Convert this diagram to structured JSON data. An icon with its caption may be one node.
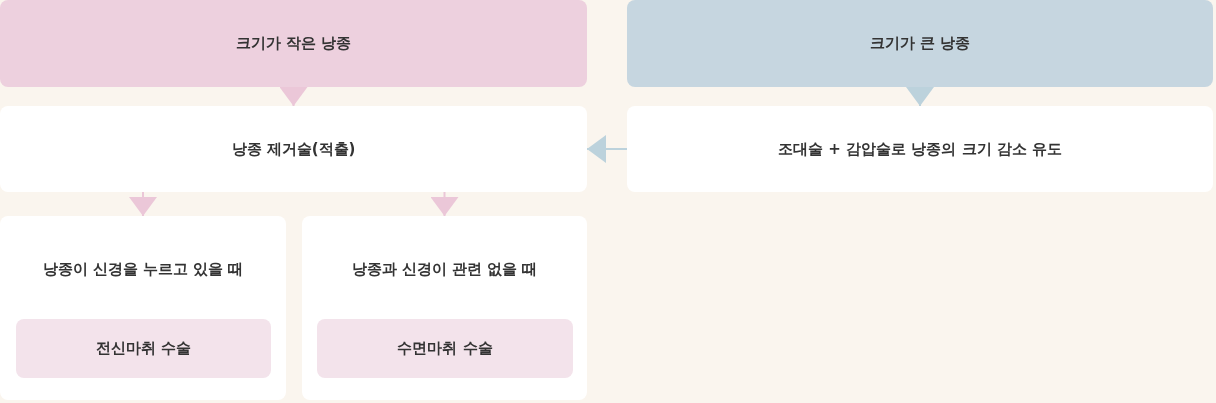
{
  "diagram": {
    "nodes": [
      {
        "text": [
          "크기가 작은 낭종"
        ]
      },
      {
        "text": [
          "크기가 큰 낭종"
        ]
      },
      {
        "text": [
          "낭종 제거술(적출)"
        ]
      },
      {
        "text": [
          "조대술 + 감압술로 낭종의 크기 감소 유도"
        ]
      },
      {
        "text": [
          "낭종이 신경을 누르고 있을 때"
        ]
      },
      {
        "text": [
          "전신마취 수술"
        ],
        "in": 4
      },
      {
        "text": [
          "낭종과 신경이 관련 없을 때"
        ]
      },
      {
        "text": [
          "수면마취 수술"
        ],
        "in": 6
      }
    ],
    "edges": [
      {
        "from": 0,
        "to": 2,
        "arrow": "to"
      },
      {
        "from": 1,
        "to": 3,
        "arrow": "to",
        "color": "#bcd2dc"
      },
      {
        "from": 3,
        "to": 2,
        "arrow": "to",
        "color": "#bcd2dc"
      },
      {
        "from": 2,
        "to": 4,
        "arrow": "to"
      },
      {
        "from": 2,
        "to": 6,
        "arrow": "to"
      }
    ]
  }
}
